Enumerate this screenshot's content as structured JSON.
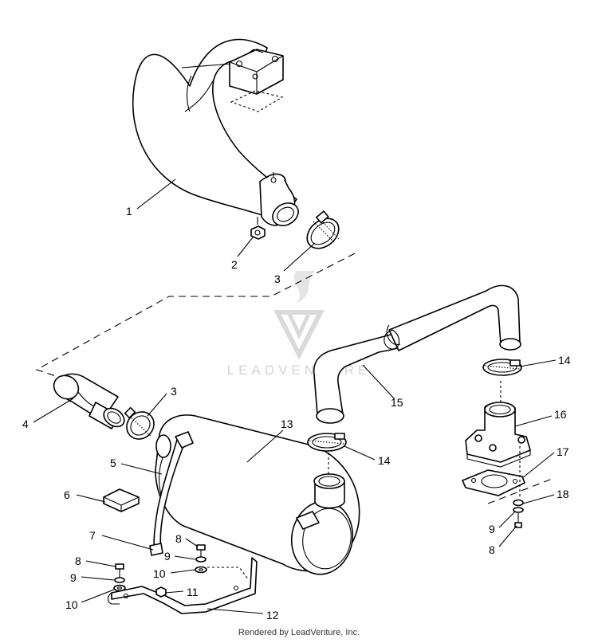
{
  "watermark": {
    "text": "LEADVENTURE"
  },
  "footer": {
    "text": "Rendered by LeadVenture, Inc."
  },
  "callouts": {
    "c1": "1",
    "c2": "2",
    "c3a": "3",
    "c3b": "3",
    "c4": "4",
    "c5": "5",
    "c6": "6",
    "c7": "7",
    "c8a": "8",
    "c8b": "8",
    "c8c": "8",
    "c9a": "9",
    "c9b": "9",
    "c9c": "9",
    "c10a": "10",
    "c10b": "10",
    "c11": "11",
    "c12": "12",
    "c13": "13",
    "c14a": "14",
    "c14b": "14",
    "c15": "15",
    "c16": "16",
    "c17": "17",
    "c18": "18"
  }
}
